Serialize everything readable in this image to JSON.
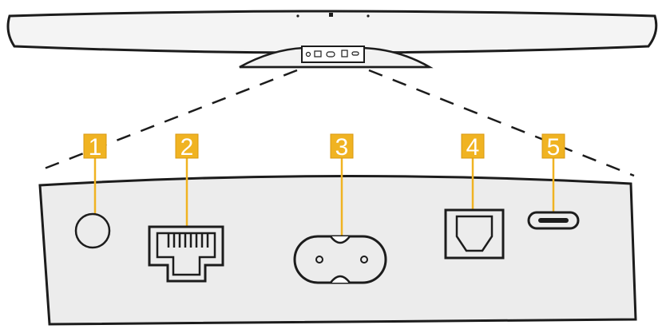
{
  "callouts": [
    {
      "number": "1",
      "port": "round-jack"
    },
    {
      "number": "2",
      "port": "ethernet-rj45"
    },
    {
      "number": "3",
      "port": "ac-power-figure8"
    },
    {
      "number": "4",
      "port": "optical-toslink"
    },
    {
      "number": "5",
      "port": "usb-c"
    }
  ],
  "colors": {
    "callout_fill": "#f0b322",
    "callout_border": "#d99a12",
    "panel_fill": "#ececec",
    "soundbar_fill": "#f4f4f4",
    "outline": "#1c1c1c",
    "leader": "#f0b322"
  }
}
